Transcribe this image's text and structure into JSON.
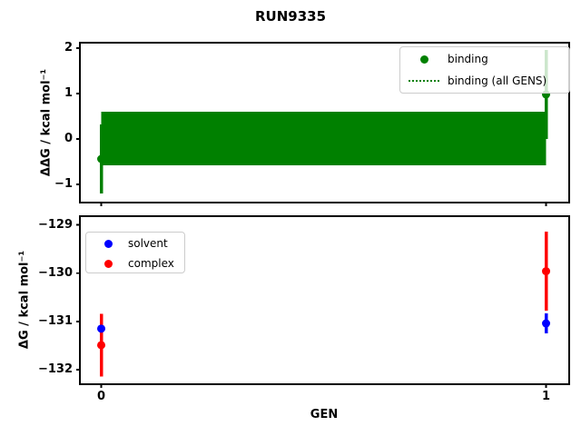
{
  "title": "RUN9335",
  "figure": {
    "background": "#ffffff"
  },
  "chart_data": [
    {
      "type": "errorbar",
      "subplot": "top",
      "ylabel": "ΔΔG / kcal mol⁻¹",
      "x": [
        0,
        1
      ],
      "xlim": [
        -0.048,
        1.052
      ],
      "ylim": [
        -1.4,
        2.12
      ],
      "yticks": [
        2,
        1,
        0,
        -1
      ],
      "ytick_labels": [
        "2",
        "1",
        "0",
        "−1"
      ],
      "grid": false,
      "legend": {
        "position": "upper right",
        "entries": [
          "binding",
          "binding (all GENS)"
        ]
      },
      "series": [
        {
          "name": "binding",
          "type": "errorbar-points",
          "color": "#008000",
          "marker": "circle",
          "y": [
            -0.44,
            0.98
          ],
          "yerr": [
            0.76,
            0.98
          ]
        },
        {
          "name": "binding (all GENS)",
          "type": "hline-with-band",
          "color": "#008000",
          "line_style": "dotted",
          "center": 0.01,
          "band": [
            -0.58,
            0.6
          ]
        }
      ]
    },
    {
      "type": "errorbar",
      "subplot": "bottom",
      "xlabel": "GEN",
      "ylabel": "ΔG / kcal mol⁻¹",
      "x": [
        0,
        1
      ],
      "xlim": [
        -0.048,
        1.052
      ],
      "ylim": [
        -132.3,
        -128.82
      ],
      "yticks": [
        -129,
        -130,
        -131,
        -132
      ],
      "ytick_labels": [
        "−129",
        "−130",
        "−131",
        "−132"
      ],
      "xtick_labels": [
        "0",
        "1"
      ],
      "grid": false,
      "legend": {
        "position": "upper left",
        "entries": [
          "solvent",
          "complex"
        ]
      },
      "series": [
        {
          "name": "solvent",
          "type": "errorbar-points",
          "color": "#0000ff",
          "marker": "circle",
          "y": [
            -131.15,
            -131.04
          ],
          "yerr": [
            0.2,
            0.21
          ]
        },
        {
          "name": "complex",
          "type": "errorbar-points",
          "color": "#ff0000",
          "marker": "circle",
          "y": [
            -131.49,
            -129.96
          ],
          "yerr": [
            0.65,
            0.82
          ]
        }
      ]
    }
  ]
}
